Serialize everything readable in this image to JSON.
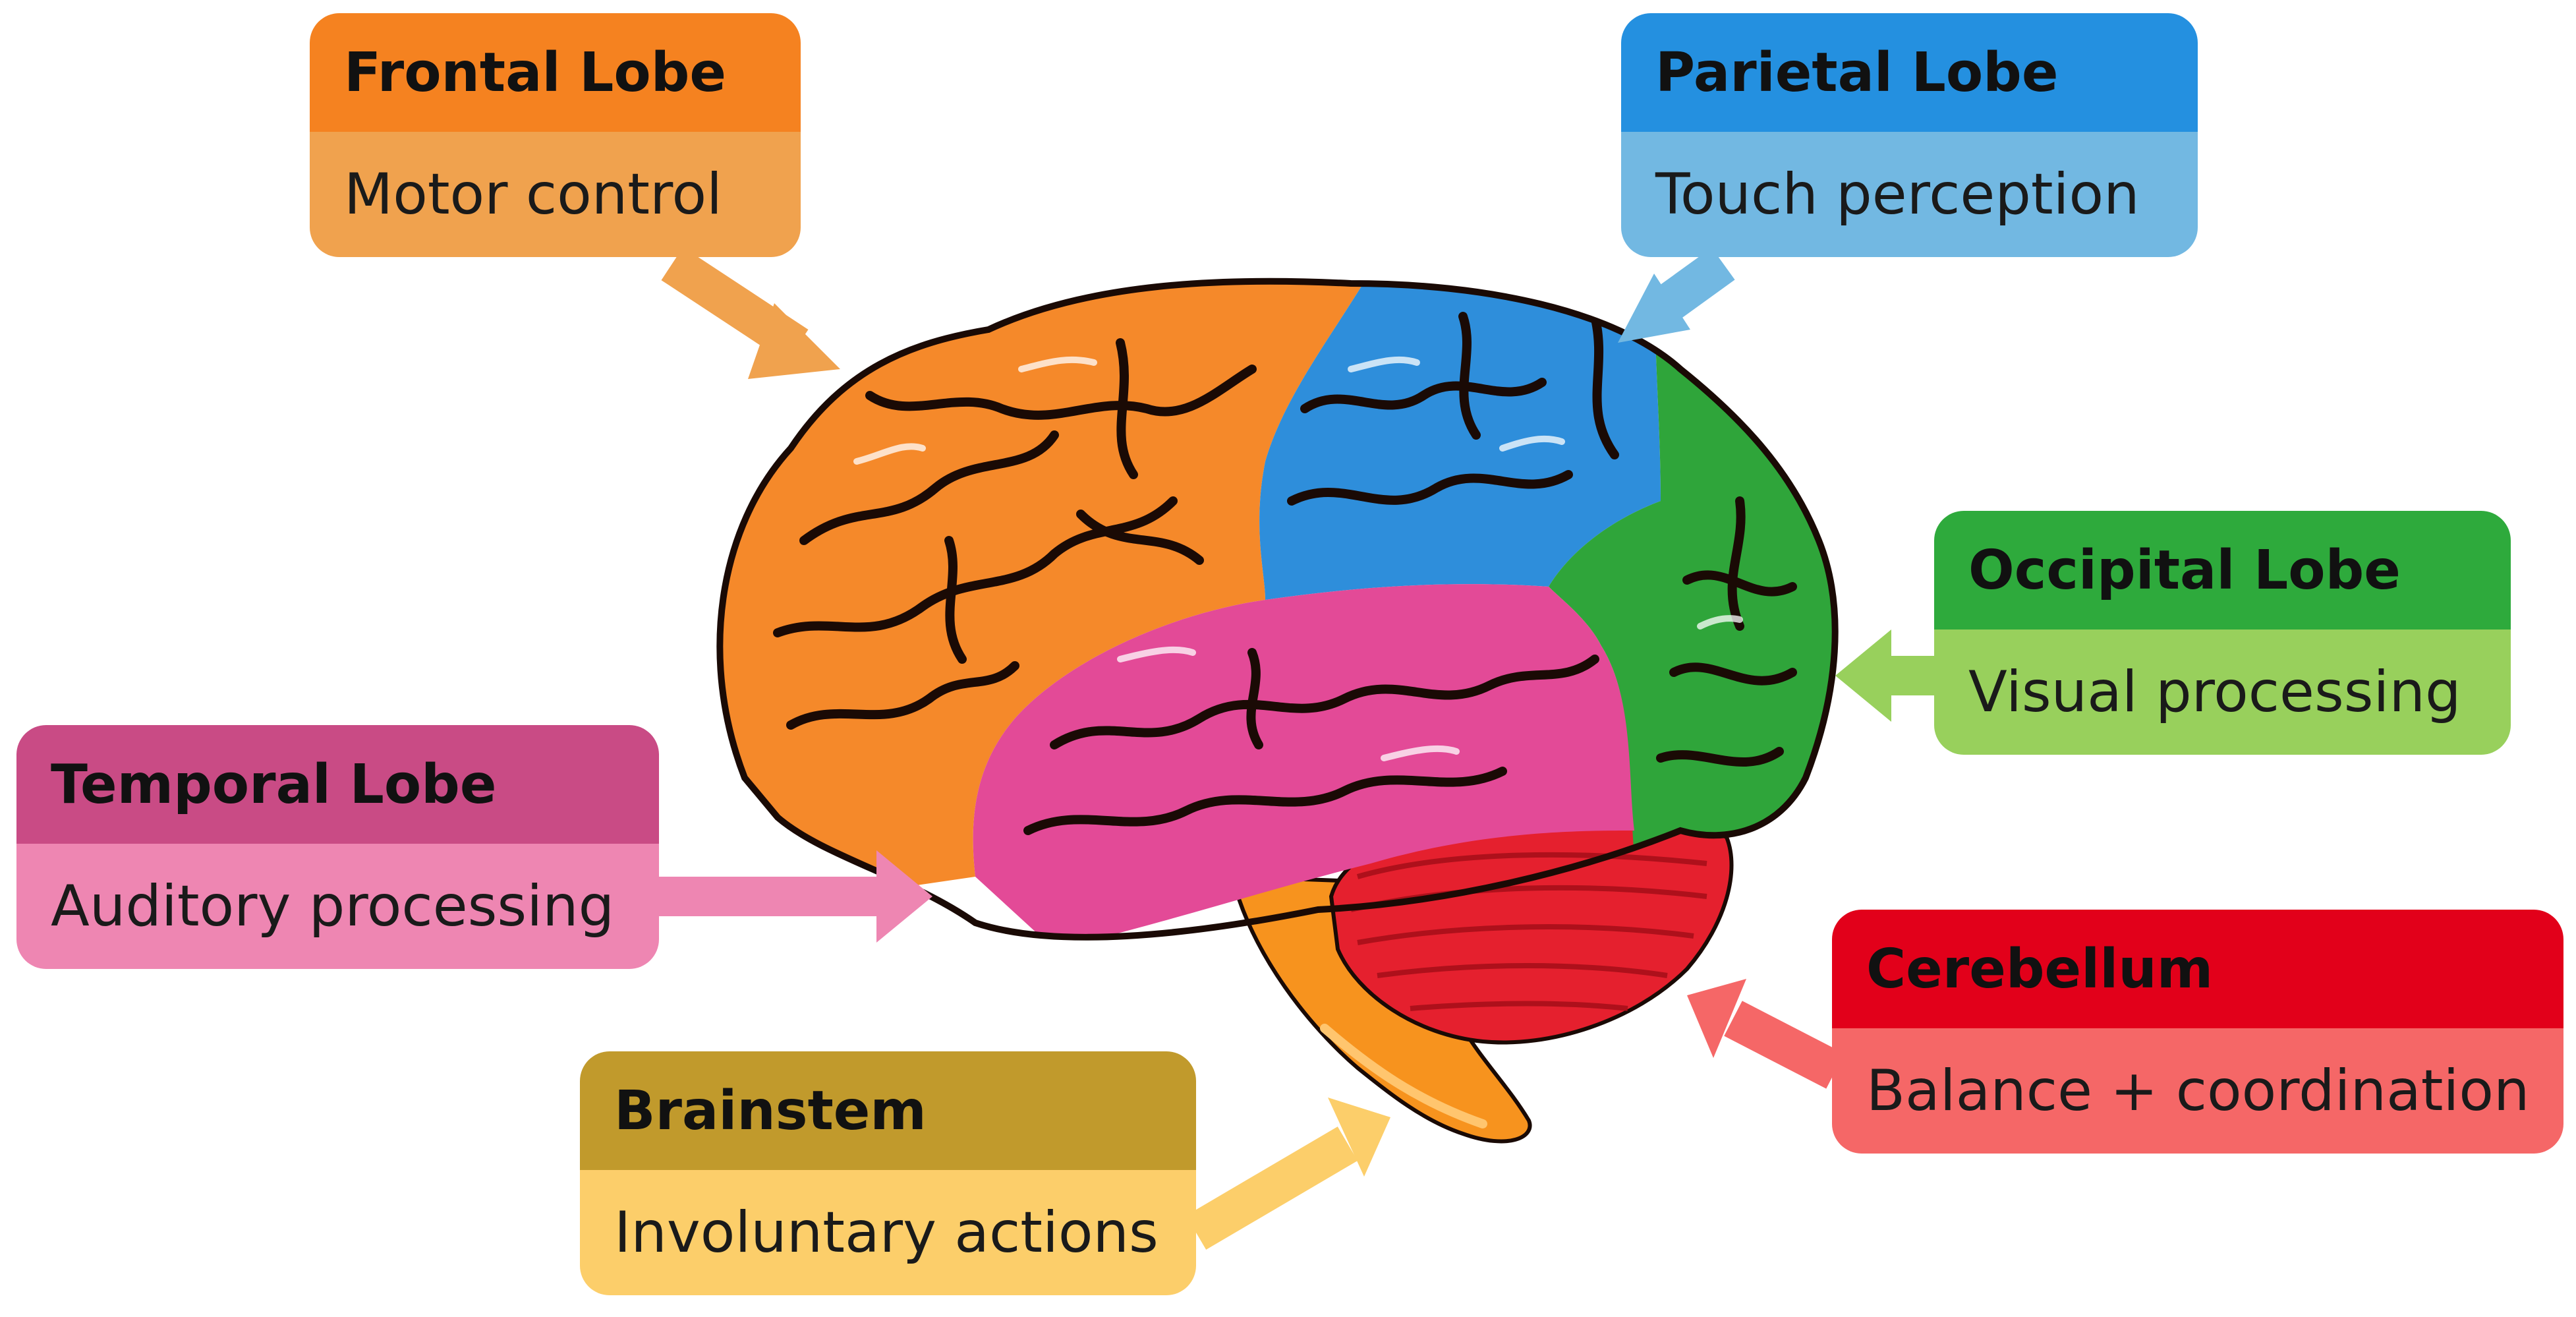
{
  "callouts": [
    {
      "id": "frontal",
      "title": "Frontal Lobe",
      "description": "Motor control",
      "header_color": "#F58220",
      "body_color": "#F0A24E"
    },
    {
      "id": "parietal",
      "title": "Parietal Lobe",
      "description": "Touch perception",
      "header_color": "#2490E0",
      "body_color": "#72B8E2"
    },
    {
      "id": "occipital",
      "title": "Occipital Lobe",
      "description": "Visual processing",
      "header_color": "#2EAA3C",
      "body_color": "#98D05C"
    },
    {
      "id": "temporal",
      "title": "Temporal Lobe",
      "description": "Auditory processing",
      "header_color": "#C94B85",
      "body_color": "#EE86B2"
    },
    {
      "id": "brainstem",
      "title": "Brainstem",
      "description": "Involuntary actions",
      "header_color": "#C19A2C",
      "body_color": "#FCCE6A"
    },
    {
      "id": "cerebellum",
      "title": "Cerebellum",
      "description": "Balance + coordination",
      "header_color": "#E2001A",
      "body_color": "#F56767"
    }
  ],
  "brain_colors": {
    "frontal": "#F5892A",
    "parietal": "#2E8EDB",
    "occipital": "#2FA53A",
    "temporal": "#E34A97",
    "cerebellum": "#E5202E",
    "brainstem": "#F7931E",
    "outline": "#1A0A05"
  }
}
